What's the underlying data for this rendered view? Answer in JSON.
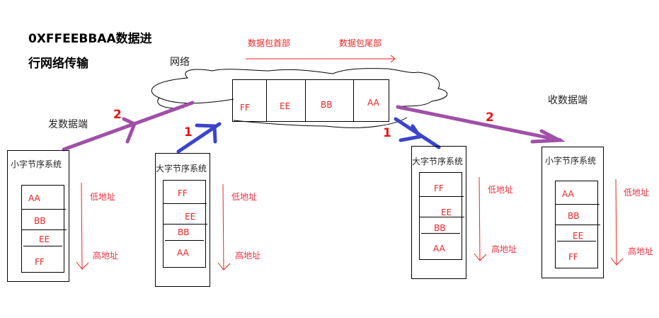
{
  "title": {
    "line1": "0XFFEEBBAA数据进",
    "line2": "行网络传输"
  },
  "network": {
    "label": "网络",
    "packet_head_label": "数据包首部",
    "packet_tail_label": "数据包尾部",
    "packet_bytes": [
      "FF",
      "EE",
      "BB",
      "AA"
    ]
  },
  "sender": {
    "label": "发数据端"
  },
  "receiver": {
    "label": "收数据端"
  },
  "steps": {
    "one_a": "1",
    "two_a": "2",
    "one_b": "1",
    "two_b": "2"
  },
  "systems": [
    {
      "title": "小字节序系统",
      "bytes": [
        "AA",
        "BB",
        "EE",
        "FF"
      ],
      "low": "低地址",
      "high": "高地址"
    },
    {
      "title": "大字节序系统",
      "bytes": [
        "FF",
        "EE",
        "BB",
        "AA"
      ],
      "low": "低地址",
      "high": "高地址"
    },
    {
      "title": "大字节序系统",
      "bytes": [
        "FF",
        "EE",
        "BB",
        "AA"
      ],
      "low": "低地址",
      "high": "高地址"
    },
    {
      "title": "小字节序系统",
      "bytes": [
        "AA",
        "BB",
        "EE",
        "FF"
      ],
      "low": "低地址",
      "high": "高地址"
    }
  ],
  "colors": {
    "purple": "#a050a8",
    "blue": "#3a44cc",
    "red": "#ee2222"
  }
}
